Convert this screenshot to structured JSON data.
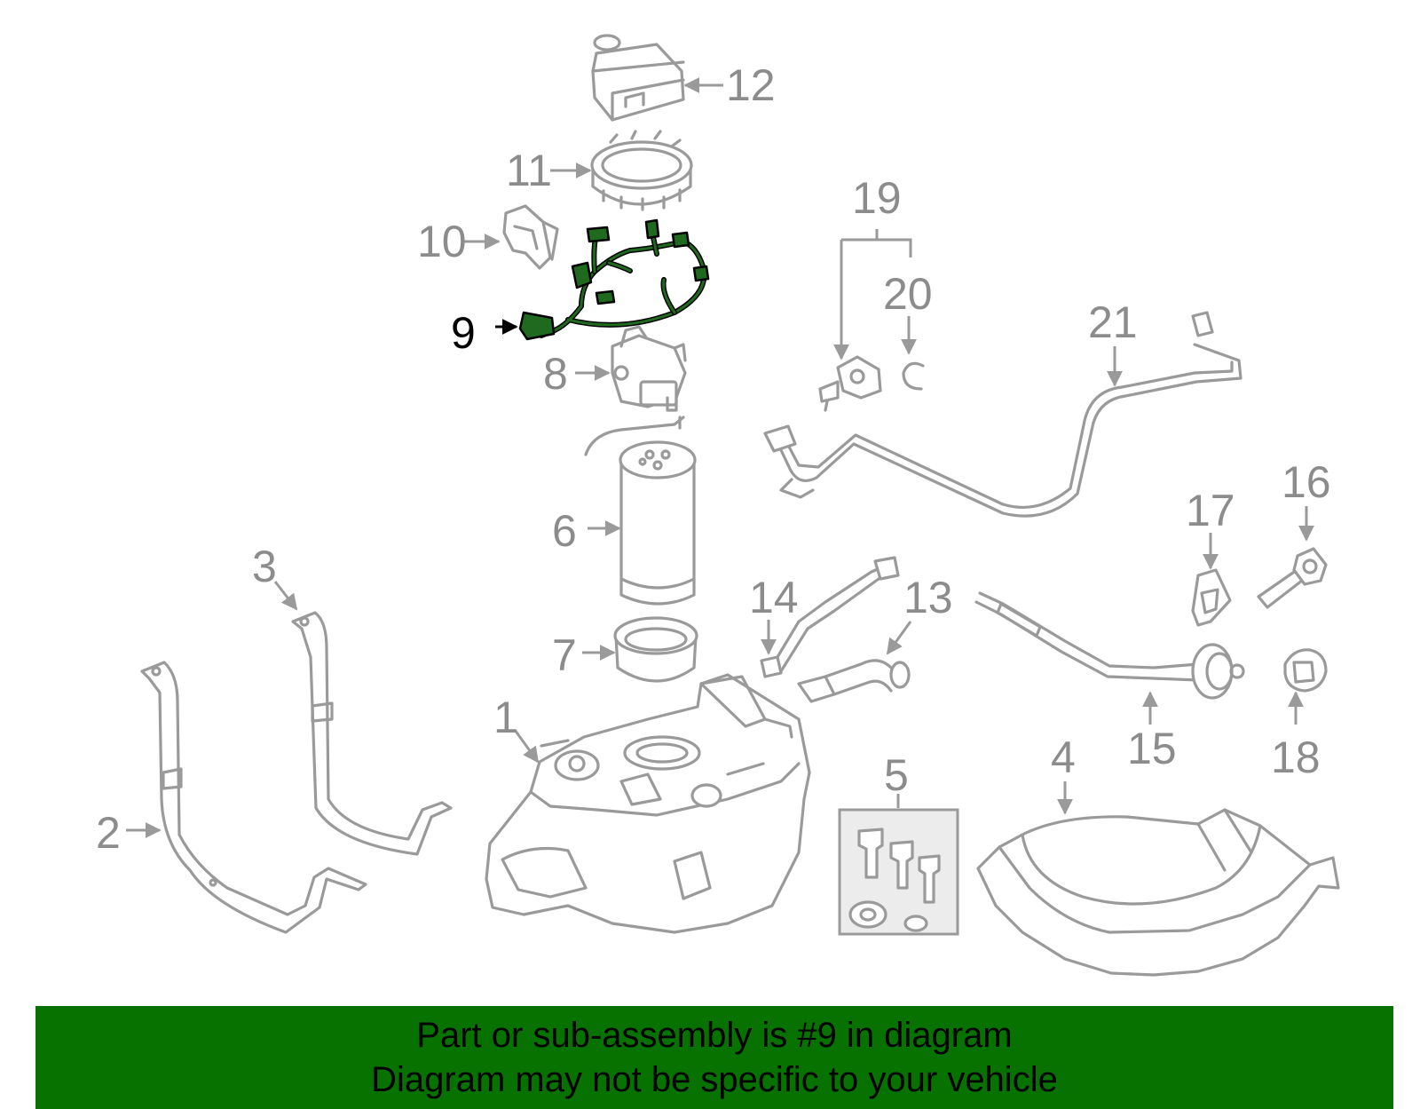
{
  "callouts": {
    "c1": "1",
    "c2": "2",
    "c3": "3",
    "c4": "4",
    "c5": "5",
    "c6": "6",
    "c7": "7",
    "c8": "8",
    "c9": "9",
    "c10": "10",
    "c11": "11",
    "c12": "12",
    "c13": "13",
    "c14": "14",
    "c15": "15",
    "c16": "16",
    "c17": "17",
    "c18": "18",
    "c19": "19",
    "c20": "20",
    "c21": "21"
  },
  "highlight": {
    "part_number": "9",
    "color": "#1f6a1f"
  },
  "banner": {
    "line1": "Part or sub-assembly is #9 in diagram",
    "line2": "Diagram may not be specific to your vehicle",
    "background": "#087200"
  }
}
